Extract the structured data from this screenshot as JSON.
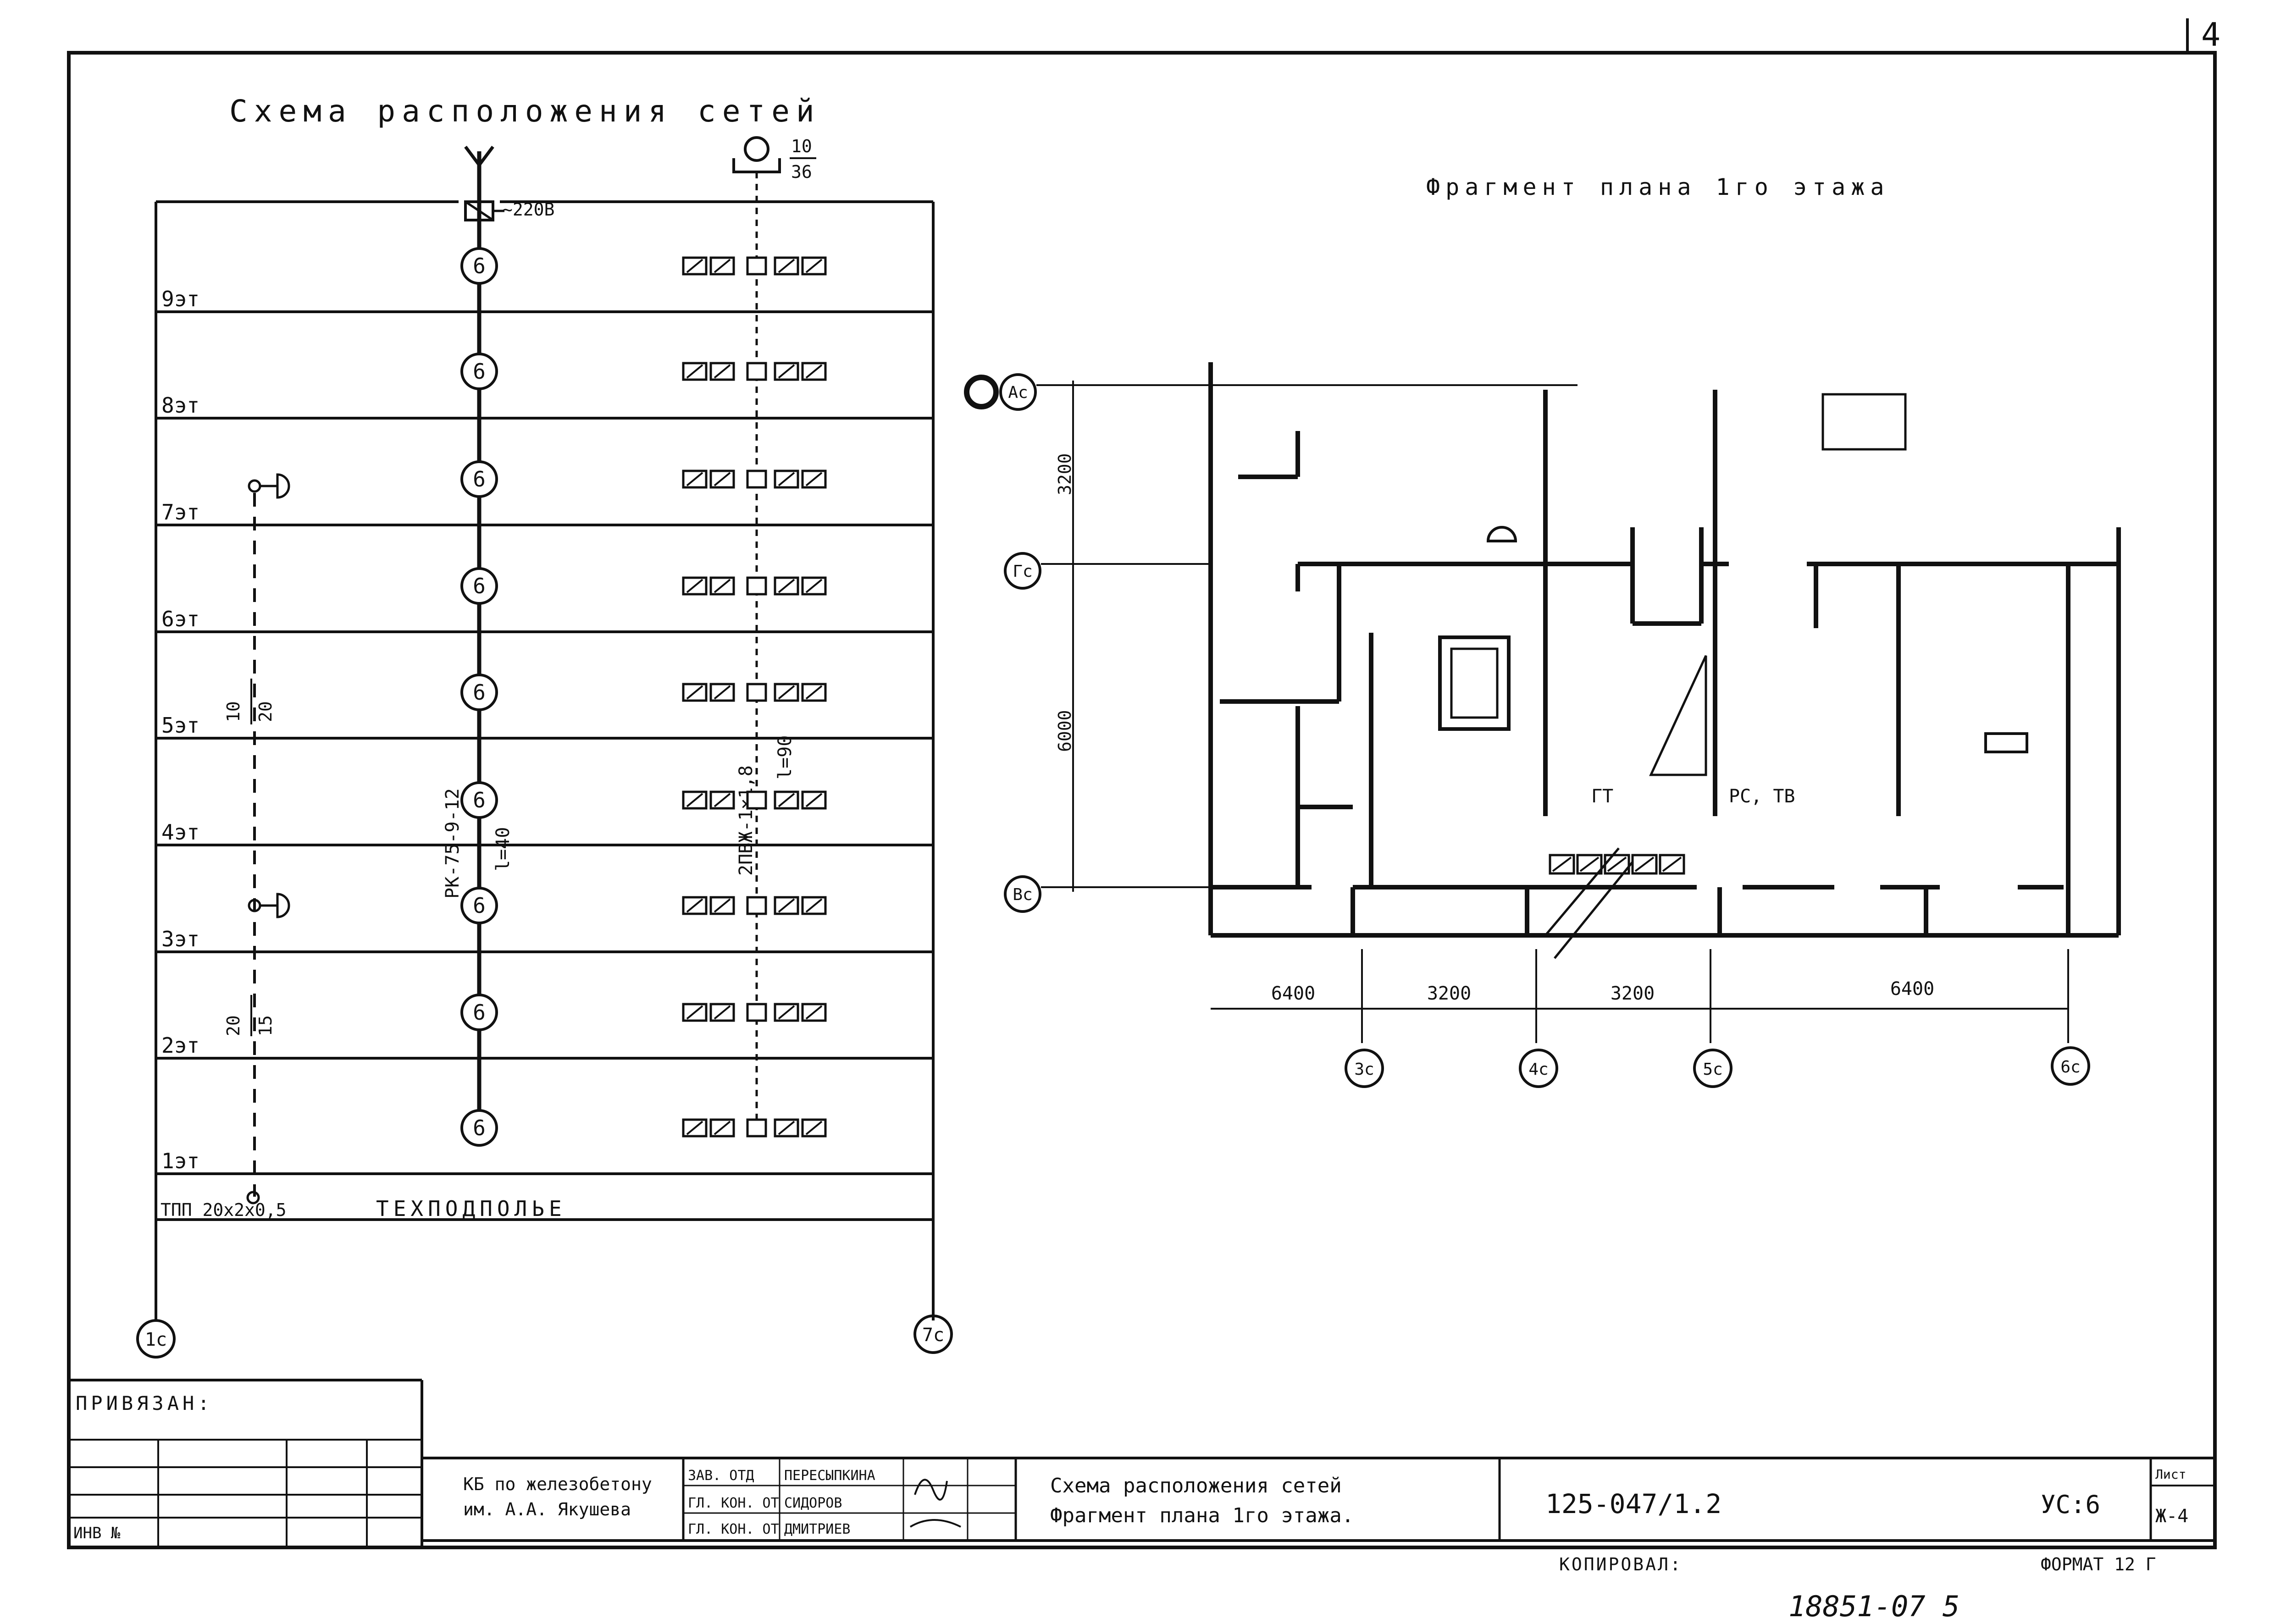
{
  "sheet_corner_number": "4",
  "scheme": {
    "title": "Схема расположения сетей",
    "voltage_label": "~220В",
    "transformer_label_top": "10",
    "transformer_label_bottom": "36",
    "floors": [
      {
        "label": "9эт",
        "light": "ok"
      },
      {
        "label": "8эт",
        "light": "ok"
      },
      {
        "label": "7эт",
        "light": "ok"
      },
      {
        "label": "6эт",
        "light": "ok"
      },
      {
        "label": "5эт",
        "light": "ok"
      },
      {
        "label": "4эт",
        "light": "ok"
      },
      {
        "label": "3эт",
        "light": "ok"
      },
      {
        "label": "2эт",
        "light": "ok"
      },
      {
        "label": "1эт",
        "light": "ok"
      }
    ],
    "box_number": "6",
    "basement_label": "ТЕХПОДПОЛЬЕ",
    "phone_cable_label": "ТПП 20х2х0,5",
    "phone_upper_top": "10",
    "phone_upper_bottom": "20",
    "phone_lower_top": "20",
    "phone_lower_bottom": "15",
    "riser_cable_1": "РК-75-9-12",
    "riser_cable_2": "l=40",
    "riser_cable_3": "2ПВЖ-1×1,8",
    "riser_cable_4": "l=90",
    "axis_left": "1с",
    "axis_right": "7с"
  },
  "plan": {
    "title": "Фрагмент плана 1го этажа",
    "axes_rows": [
      "Ас",
      "Гс",
      "Вс"
    ],
    "axes_cols": [
      "3с",
      "4с",
      "5с",
      "6с"
    ],
    "dims_vertical": [
      "3200",
      "6000"
    ],
    "dims_horizontal": [
      "6400",
      "3200",
      "3200",
      "6400"
    ],
    "label_gt": "ГТ",
    "label_rc": "РС, ТВ"
  },
  "title_block": {
    "attached_label": "ПРИВЯЗАН:",
    "inv_label": "ИНВ №",
    "org_line1": "КБ по железобетону",
    "org_line2": "им. А.А. Якушева",
    "roles": [
      {
        "role": "ЗАВ. ОТД",
        "name": "ПЕРЕСЫПКИНА"
      },
      {
        "role": "ГЛ. КОН. ОТ",
        "name": "СИДОРОВ"
      },
      {
        "role": "ГЛ. КОН. ОТ",
        "name": "ДМИТРИЕВ"
      }
    ],
    "drawing_title_1": "Схема расположения сетей",
    "drawing_title_2": "Фрагмент плана 1го этажа.",
    "code": "125-047/1.2",
    "stage": "УС:6",
    "sheet_label": "Лист",
    "sheet_value": "Ж-4",
    "copied_label": "КОПИРОВАЛ:",
    "format_label": "ФОРМАТ 12 Г",
    "bottom_number": "18851-07 5"
  }
}
